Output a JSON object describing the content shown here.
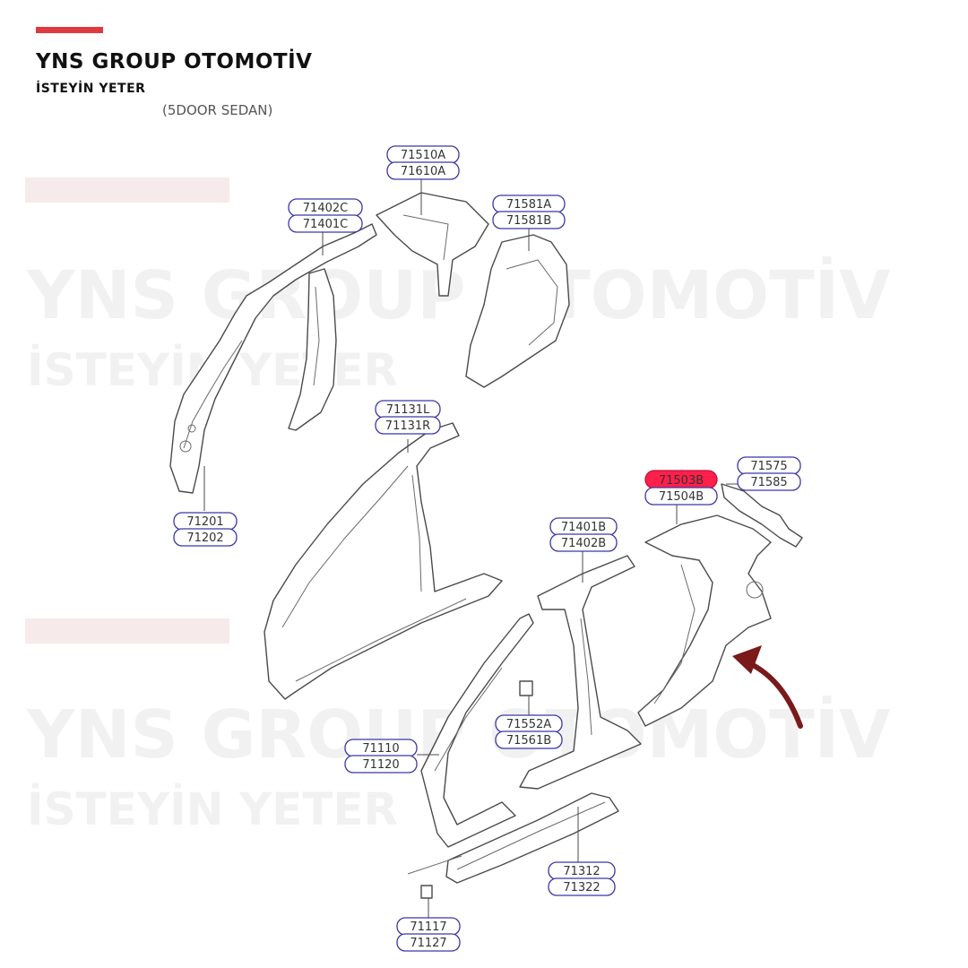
{
  "brand": {
    "name": "YNS GROUP OTOMOTİV",
    "tagline": "İSTEYİN YETER",
    "accent_color": "#e0393e"
  },
  "diagram": {
    "variant_label": "(5DOOR SEDAN)",
    "highlight_color": "#ff1f4b",
    "arrow_color": "#7a1a1a",
    "callouts": [
      {
        "id": "c1",
        "line1": "71510A",
        "line2": "71610A",
        "highlighted": false
      },
      {
        "id": "c2",
        "line1": "71402C",
        "line2": "71401C",
        "highlighted": false
      },
      {
        "id": "c3",
        "line1": "71581A",
        "line2": "71581B",
        "highlighted": false
      },
      {
        "id": "c4",
        "line1": "71131L",
        "line2": "71131R",
        "highlighted": false
      },
      {
        "id": "c5",
        "line1": "71201",
        "line2": "71202",
        "highlighted": false
      },
      {
        "id": "c6",
        "line1": "71503B",
        "line2": "71504B",
        "highlighted": true
      },
      {
        "id": "c7",
        "line1": "71575",
        "line2": "71585",
        "highlighted": false
      },
      {
        "id": "c8",
        "line1": "71401B",
        "line2": "71402B",
        "highlighted": false
      },
      {
        "id": "c9",
        "line1": "71552A",
        "line2": "71561B",
        "highlighted": false
      },
      {
        "id": "c10",
        "line1": "71110",
        "line2": "71120",
        "highlighted": false
      },
      {
        "id": "c11",
        "line1": "71312",
        "line2": "71322",
        "highlighted": false
      },
      {
        "id": "c12",
        "line1": "71117",
        "line2": "71127",
        "highlighted": false
      }
    ]
  },
  "watermark": {
    "line1": "YNS GROUP OTOMOTİV",
    "line2": "İSTEYİN YETER"
  }
}
